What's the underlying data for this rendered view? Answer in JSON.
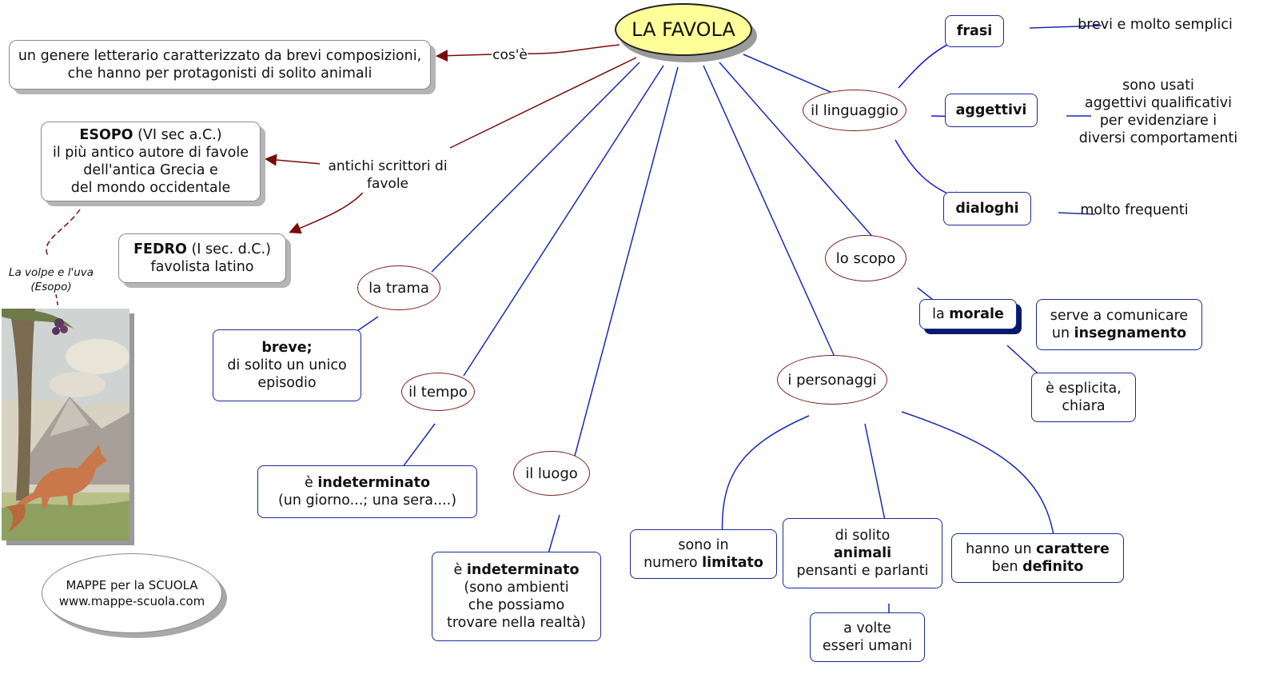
{
  "title": "LA FAVOLA",
  "colors": {
    "title_fill": "#ffff99",
    "blue_link": "#1a2ab0",
    "red_link": "#7a0a0a",
    "node_border": "#1a2a9a",
    "ellipse_border": "#7a1f1f"
  },
  "definition": {
    "label": "cos'è",
    "line1": "un genere letterario caratterizzato da brevi composizioni,",
    "line2": "che hanno per protagonisti di solito animali"
  },
  "authors": {
    "label_line1": "antichi scrittori di",
    "label_line2": "favole",
    "esopo": {
      "name": "ESOPO",
      "period": " (VI sec a.C.)",
      "line2": "il più antico autore di favole",
      "line3": "dell'antica Grecia e",
      "line4": "del mondo occidentale"
    },
    "fedro": {
      "name": "FEDRO",
      "period": " (I sec. d.C.)",
      "line2": "favolista latino"
    },
    "image_caption_line1": "La volpe e l'uva",
    "image_caption_line2": "(Esopo)",
    "image_icon": "fox-illustration"
  },
  "trama": {
    "label": "la trama",
    "bold": "breve;",
    "line2": "di solito un unico",
    "line3": "episodio"
  },
  "tempo": {
    "label": "il tempo",
    "prefix": "è ",
    "bold": "indeterminato",
    "line2": "(un giorno...; una sera....)"
  },
  "luogo": {
    "label": "il luogo",
    "prefix": "è ",
    "bold": "indeterminato",
    "line2": "(sono ambienti",
    "line3": "che possiamo",
    "line4": "trovare nella realtà)"
  },
  "personaggi": {
    "label": "i personaggi",
    "numero": {
      "line1": "sono in",
      "prefix": "numero ",
      "bold": "limitato"
    },
    "animali": {
      "line1": "di solito",
      "bold": "animali",
      "line3": "pensanti e parlanti"
    },
    "umani": {
      "line1": "a volte",
      "line2": "esseri umani"
    },
    "carattere": {
      "prefix": "hanno un ",
      "bold1": "carattere",
      "prefix2": "ben ",
      "bold2": "definito"
    }
  },
  "scopo": {
    "label": "lo scopo",
    "morale": {
      "prefix": "la ",
      "bold": "morale"
    },
    "insegnamento": {
      "line1": "serve a comunicare",
      "prefix": "un ",
      "bold": "insegnamento"
    },
    "esplicita": {
      "line1": "è esplicita,",
      "line2": "chiara"
    }
  },
  "linguaggio": {
    "label": "il linguaggio",
    "frasi": {
      "label": "frasi",
      "desc": "brevi e molto semplici"
    },
    "aggettivi": {
      "label": "aggettivi",
      "desc1": "sono usati",
      "desc2": "aggettivi qualificativi",
      "desc3": "per evidenziare i",
      "desc4": "diversi comportamenti"
    },
    "dialoghi": {
      "label": "dialoghi",
      "desc": "molto frequenti"
    }
  },
  "footer": {
    "line1": "MAPPE per la SCUOLA",
    "line2": "www.mappe-scuola.com"
  }
}
